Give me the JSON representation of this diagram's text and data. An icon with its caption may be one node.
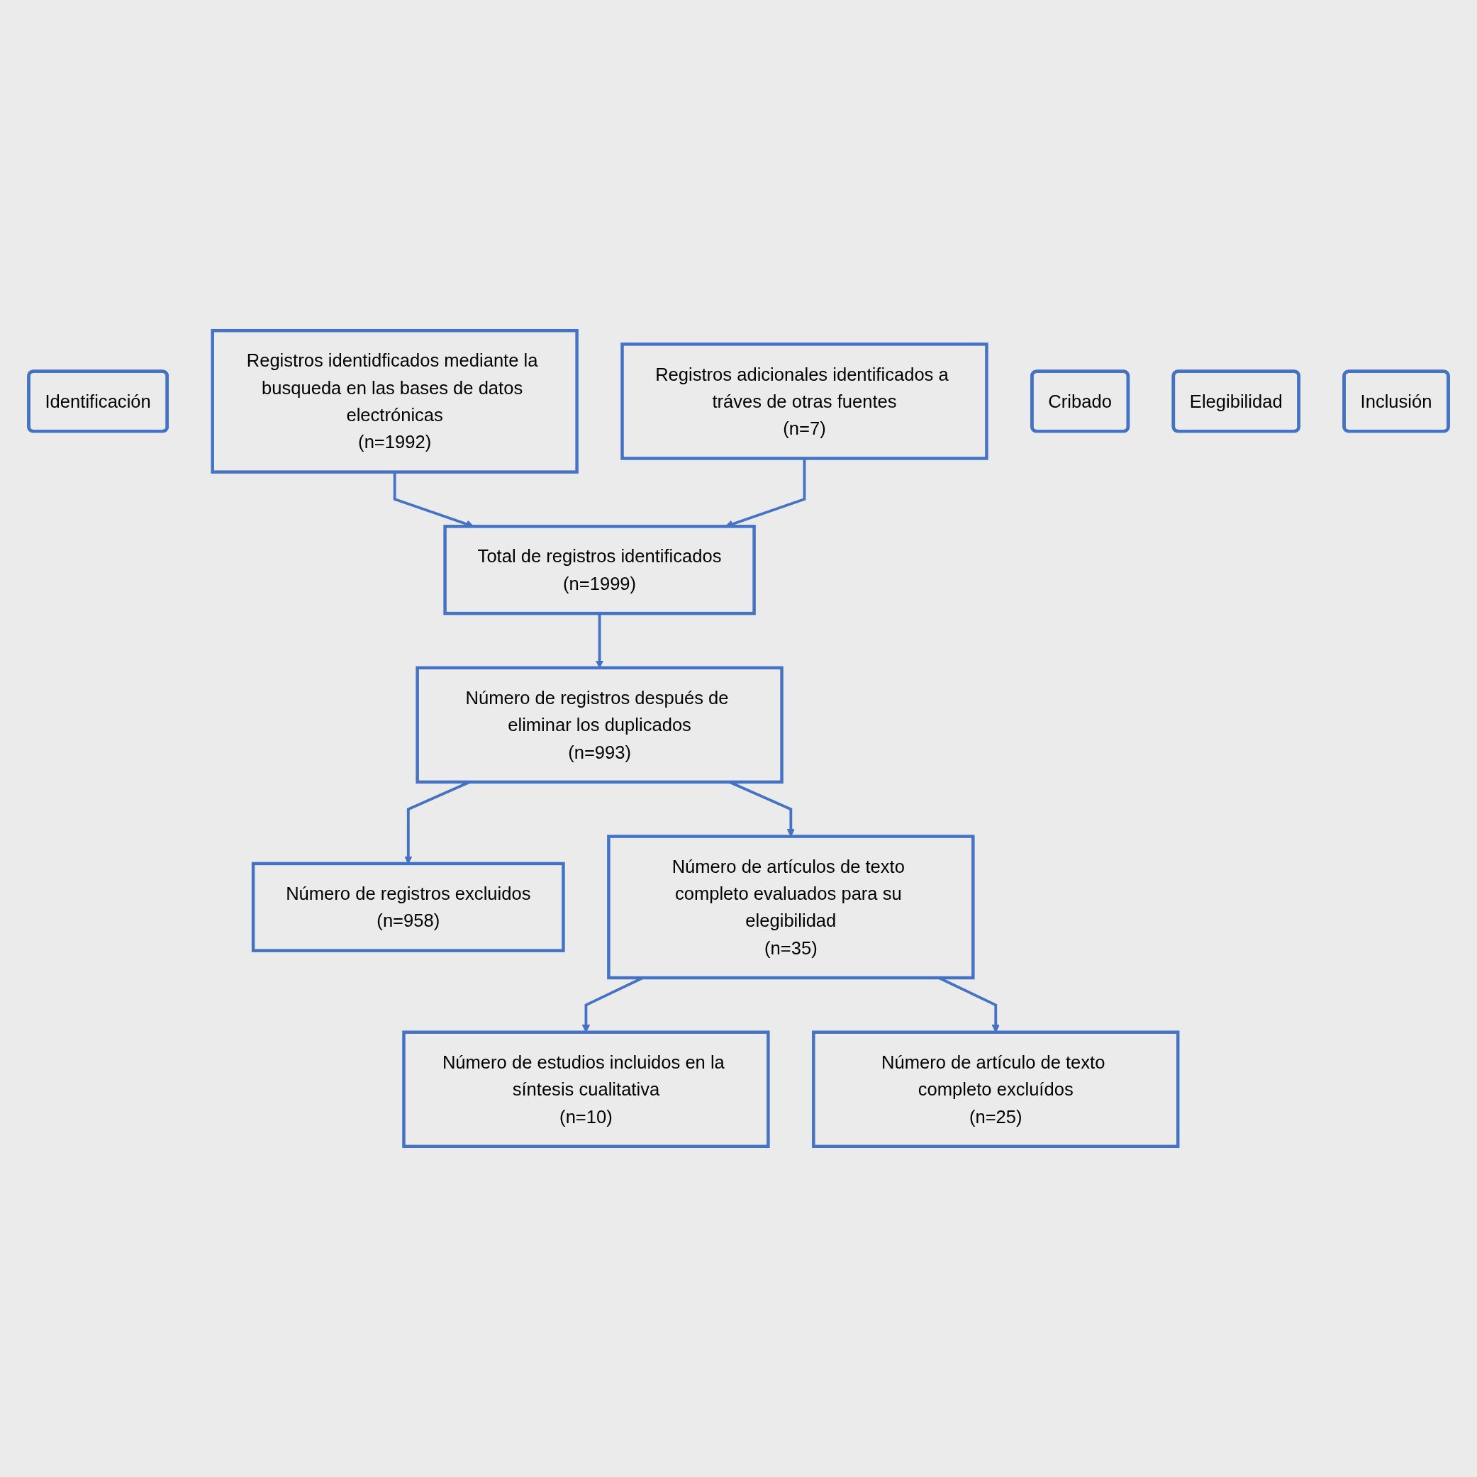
{
  "diagram": {
    "nodes": [
      {
        "text": [
          "Identificación"
        ]
      },
      {
        "text": [
          "Registros identidficados mediante la busqueda en las bases de datos electrónicas",
          "(n=1992)"
        ]
      },
      {
        "text": [
          "Registros adicionales identificados a tráves de otras fuentes",
          "(n=7)"
        ]
      },
      {
        "text": [
          "Cribado"
        ]
      },
      {
        "text": [
          "Total de registros identificados",
          "(n=1999)"
        ]
      },
      {
        "text": [
          "Número de registros después de eliminar los duplicados",
          "(n=993)"
        ]
      },
      {
        "text": [
          "Número de registros excluidos",
          "(n=958)"
        ]
      },
      {
        "text": [
          "Elegibilidad"
        ]
      },
      {
        "text": [
          "Número de artículos de texto completo evaluados para su elegibilidad",
          "(n=35)"
        ]
      },
      {
        "text": [
          "Número de artículo de texto completo excluídos",
          "(n=25)"
        ]
      },
      {
        "text": [
          "Inclusión"
        ]
      },
      {
        "text": [
          "Número de estudios incluidos en la síntesis cualitativa",
          "(n=10)"
        ]
      }
    ],
    "edges": [
      {
        "from": 1,
        "to": 4,
        "arrow": "to"
      },
      {
        "from": 2,
        "to": 4,
        "arrow": "to"
      },
      {
        "from": 4,
        "to": 5,
        "arrow": "to"
      },
      {
        "from": 5,
        "to": 8,
        "arrow": "to"
      },
      {
        "from": 5,
        "to": 6,
        "arrow": "to"
      },
      {
        "from": 8,
        "to": 11,
        "arrow": "to"
      },
      {
        "from": 8,
        "to": 9,
        "arrow": "to"
      }
    ]
  }
}
